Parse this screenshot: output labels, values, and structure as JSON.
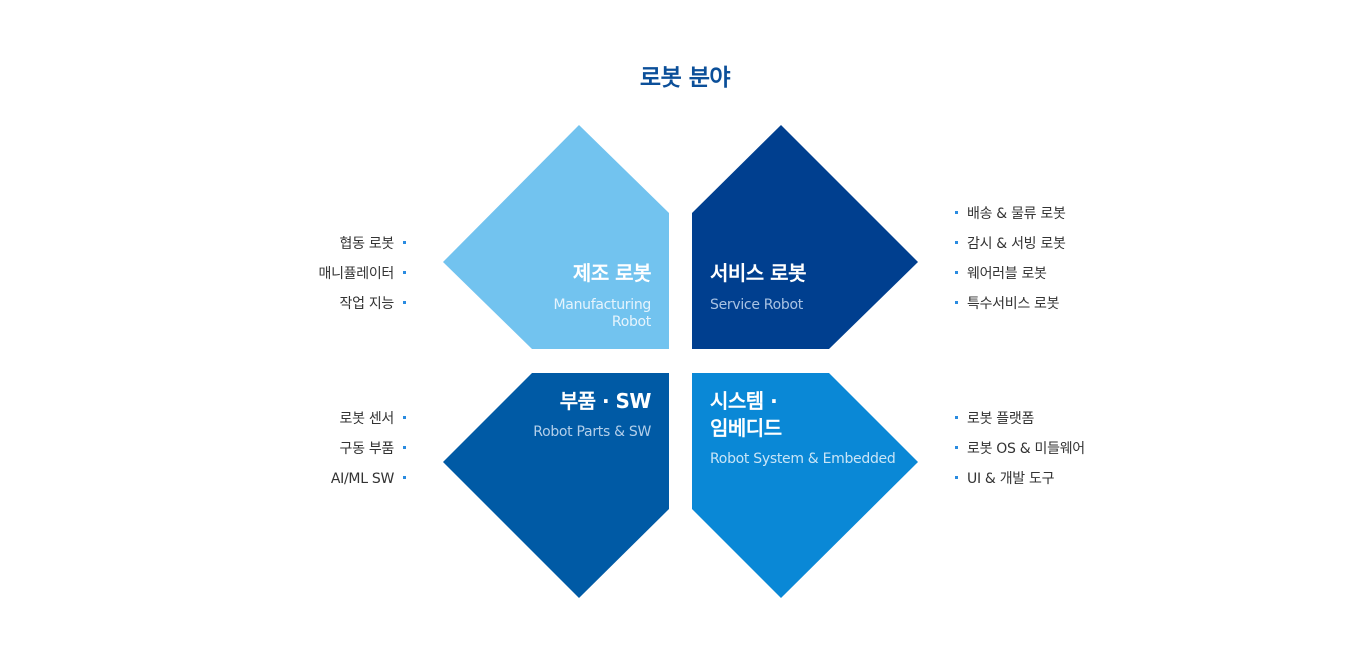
{
  "title": "로봇 분야",
  "quadrants": {
    "manufacturing": {
      "title": "제조 로봇",
      "subtitle_line1": "Manufacturing",
      "subtitle_line2": "Robot",
      "color": "#72c3ef"
    },
    "service": {
      "title": "서비스 로봇",
      "subtitle": "Service Robot",
      "color": "#003f8f"
    },
    "parts": {
      "title": "부품 · SW",
      "subtitle": "Robot Parts & SW",
      "color": "#005aa5"
    },
    "system": {
      "title_line1": "시스템 ·",
      "title_line2": "임베디드",
      "subtitle": "Robot System & Embedded",
      "color": "#0a88d6"
    }
  },
  "lists": {
    "manufacturing": [
      "협동 로봇",
      "매니퓰레이터",
      "작업 지능"
    ],
    "service": [
      "배송 & 물류 로봇",
      "감시 & 서빙 로봇",
      "웨어러블 로봇",
      "특수서비스 로봇"
    ],
    "parts": [
      "로봇 센서",
      "구동 부품",
      "AI/ML SW"
    ],
    "system": [
      "로봇 플랫폼",
      "로봇 OS & 미들웨어",
      "UI & 개발 도구"
    ]
  },
  "colors": {
    "title": "#0b4f99",
    "bullet": "#2a8be0",
    "text": "#333333"
  }
}
